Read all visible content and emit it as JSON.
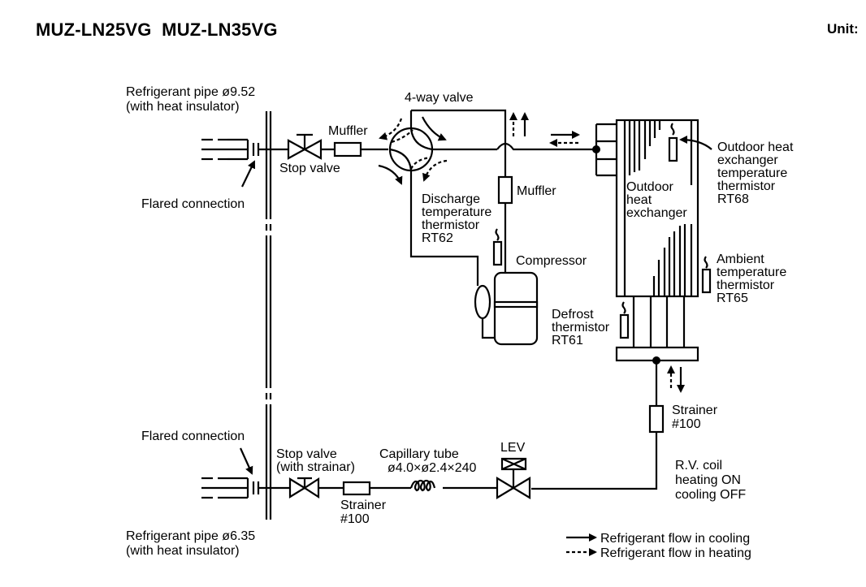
{
  "header": {
    "title": "MUZ-LN25VG  MUZ-LN35VG",
    "unit_label": "Unit:"
  },
  "labels": {
    "pipe_upper_line1": "Refrigerant pipe  ø9.52",
    "pipe_upper_line2": "(with heat insulator)",
    "flared_upper": "Flared connection",
    "stop_valve_upper": "Stop valve",
    "muffler_upper": "Muffler",
    "four_way_valve": "4-way valve",
    "discharge_line1": "Discharge",
    "discharge_line2": "temperature",
    "discharge_line3": "thermistor",
    "discharge_line4": "RT62",
    "muffler_vertical": "Muffler",
    "compressor": "Compressor",
    "ohx_line1": "Outdoor",
    "ohx_line2": "heat",
    "ohx_line3": "exchanger",
    "ohx_therm_line1": "Outdoor heat",
    "ohx_therm_line2": "exchanger",
    "ohx_therm_line3": "temperature",
    "ohx_therm_line4": "thermistor",
    "ohx_therm_line5": "RT68",
    "ambient_line1": "Ambient",
    "ambient_line2": "temperature",
    "ambient_line3": "thermistor",
    "ambient_line4": "RT65",
    "defrost_line1": "Defrost",
    "defrost_line2": "thermistor",
    "defrost_line3": "RT61",
    "strainer_right_line1": "Strainer",
    "strainer_right_line2": "#100",
    "rv_coil_line1": "R.V. coil",
    "rv_coil_line2": "heating ON",
    "rv_coil_line3": "cooling OFF",
    "flared_lower": "Flared connection",
    "stop_valve_lower_line1": "Stop valve",
    "stop_valve_lower_line2": "(with strainar)",
    "capillary_line1": "Capillary tube",
    "capillary_line2": "ø4.0×ø2.4×240",
    "lev": "LEV",
    "strainer_lower_line1": "Strainer",
    "strainer_lower_line2": "#100",
    "pipe_lower_line1": "Refrigerant pipe  ø6.35",
    "pipe_lower_line2": "(with heat insulator)"
  },
  "legend": {
    "cooling": "Refrigerant flow in cooling",
    "heating": "Refrigerant flow in heating"
  }
}
